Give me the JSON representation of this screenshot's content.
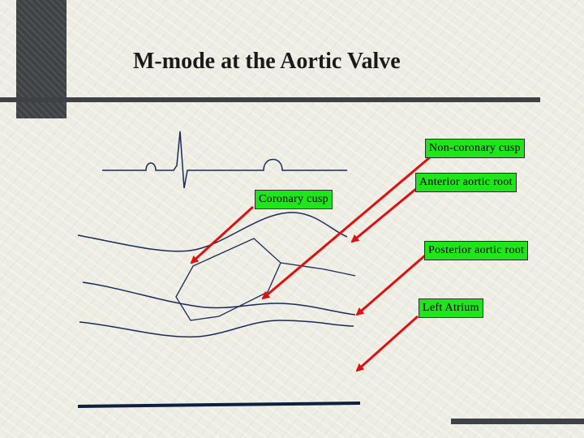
{
  "title": "M-mode at the Aortic Valve",
  "labels": {
    "non_coronary_cusp": "Non-coronary cusp",
    "anterior_aortic_root": "Anterior aortic root",
    "coronary_cusp": "Coronary cusp",
    "posterior_aortic_root": "Posterior aortic root",
    "left_atrium": "Left Atrium"
  },
  "colors": {
    "label_background": "#1fe61a",
    "arrow": "#e01010",
    "trace": "#1a2a5a",
    "bars": "#3f4244"
  }
}
